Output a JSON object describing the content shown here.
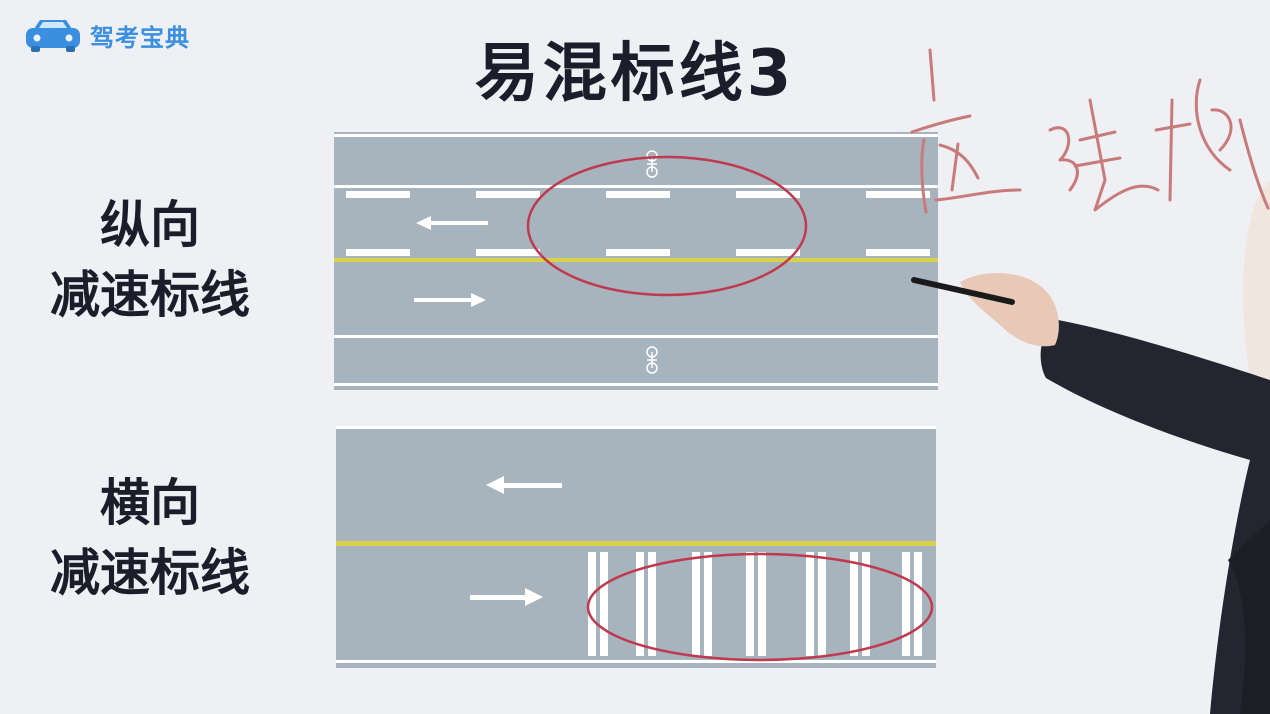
{
  "brand": {
    "name": "驾考宝典"
  },
  "title": "易混标线3",
  "sections": [
    {
      "line1": "纵向",
      "line2": "减速标线"
    },
    {
      "line1": "横向",
      "line2": "减速标线"
    }
  ],
  "handwriting": "虚线块",
  "colors": {
    "road": "#a7b3bd",
    "road_dark": "#9eabb6",
    "yellow_line": "#d8d24a",
    "white_mark": "#ffffff",
    "circle": "#c0394e",
    "brand_blue": "#3a8fe0",
    "title": "#1b1e2a"
  }
}
